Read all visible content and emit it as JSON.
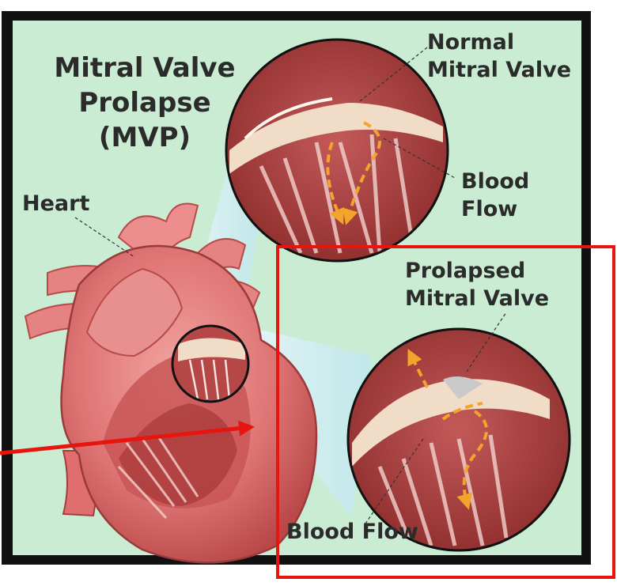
{
  "title": {
    "line1": "Mitral Valve",
    "line2": "Prolapse",
    "line3": "(MVP)"
  },
  "labels": {
    "heart": "Heart",
    "normal_valve": {
      "line1": "Normal",
      "line2": "Mitral Valve"
    },
    "normal_flow": {
      "line1": "Blood",
      "line2": "Flow"
    },
    "prolapsed_valve": {
      "line1": "Prolapsed",
      "line2": "Mitral Valve"
    },
    "prolapsed_flow": "Blood Flow"
  },
  "colors": {
    "background_panel": "#c9ecd3",
    "frame": "#111111",
    "heart_tissue": "#e07b7b",
    "chamber_dark": "#a93b3b",
    "valve_leaflet": "#f1dcc8",
    "flow_arrow": "#f2a52a",
    "annotation_red": "#e8140e"
  }
}
